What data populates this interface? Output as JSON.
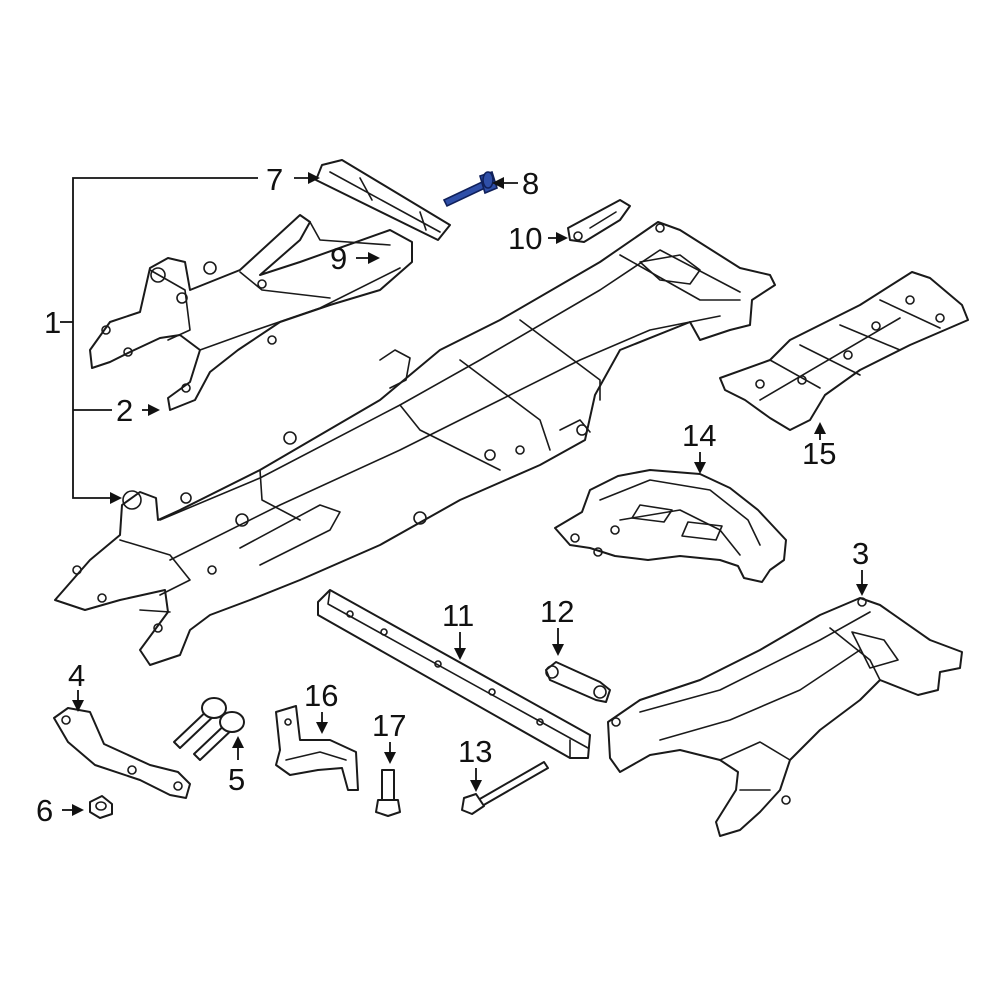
{
  "diagram": {
    "highlight_color": "#2f4fa8",
    "line_color": "#1a1a1a",
    "background": "#ffffff",
    "highlighted_part": "8",
    "callouts": [
      {
        "id": "1",
        "label": "1"
      },
      {
        "id": "2",
        "label": "2"
      },
      {
        "id": "3",
        "label": "3"
      },
      {
        "id": "4",
        "label": "4"
      },
      {
        "id": "5",
        "label": "5"
      },
      {
        "id": "6",
        "label": "6"
      },
      {
        "id": "7",
        "label": "7"
      },
      {
        "id": "8",
        "label": "8"
      },
      {
        "id": "9",
        "label": "9"
      },
      {
        "id": "10",
        "label": "10"
      },
      {
        "id": "11",
        "label": "11"
      },
      {
        "id": "12",
        "label": "12"
      },
      {
        "id": "13",
        "label": "13"
      },
      {
        "id": "14",
        "label": "14"
      },
      {
        "id": "15",
        "label": "15"
      },
      {
        "id": "16",
        "label": "16"
      },
      {
        "id": "17",
        "label": "17"
      }
    ]
  }
}
